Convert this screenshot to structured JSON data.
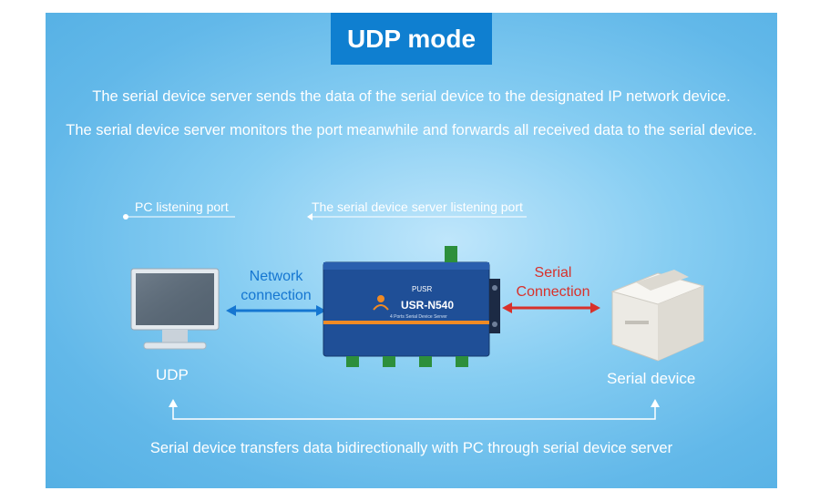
{
  "title": "UDP mode",
  "description": [
    "The serial device server sends the data of the serial device to the designated IP network device.",
    "The serial device server monitors the port meanwhile and forwards all received data to the serial device."
  ],
  "ports": {
    "pc": "PC listening port",
    "server": "The serial device server listening port"
  },
  "connections": {
    "network": [
      "Network",
      "connection"
    ],
    "serial": [
      "Serial",
      "Connection"
    ]
  },
  "device_server": {
    "brand": "PUSR",
    "model": "USR-N540",
    "subtitle": "4 Ports Serial Device Server"
  },
  "devices": {
    "pc": "UDP",
    "serial": "Serial device"
  },
  "footer": "Serial device transfers data bidirectionally with PC through serial device server",
  "colors": {
    "panel": "#62b8e9",
    "title_box": "#0f7fd0",
    "network_arrow": "#1576d1",
    "serial_arrow": "#d8312b",
    "device_body": "#1f4f97"
  }
}
